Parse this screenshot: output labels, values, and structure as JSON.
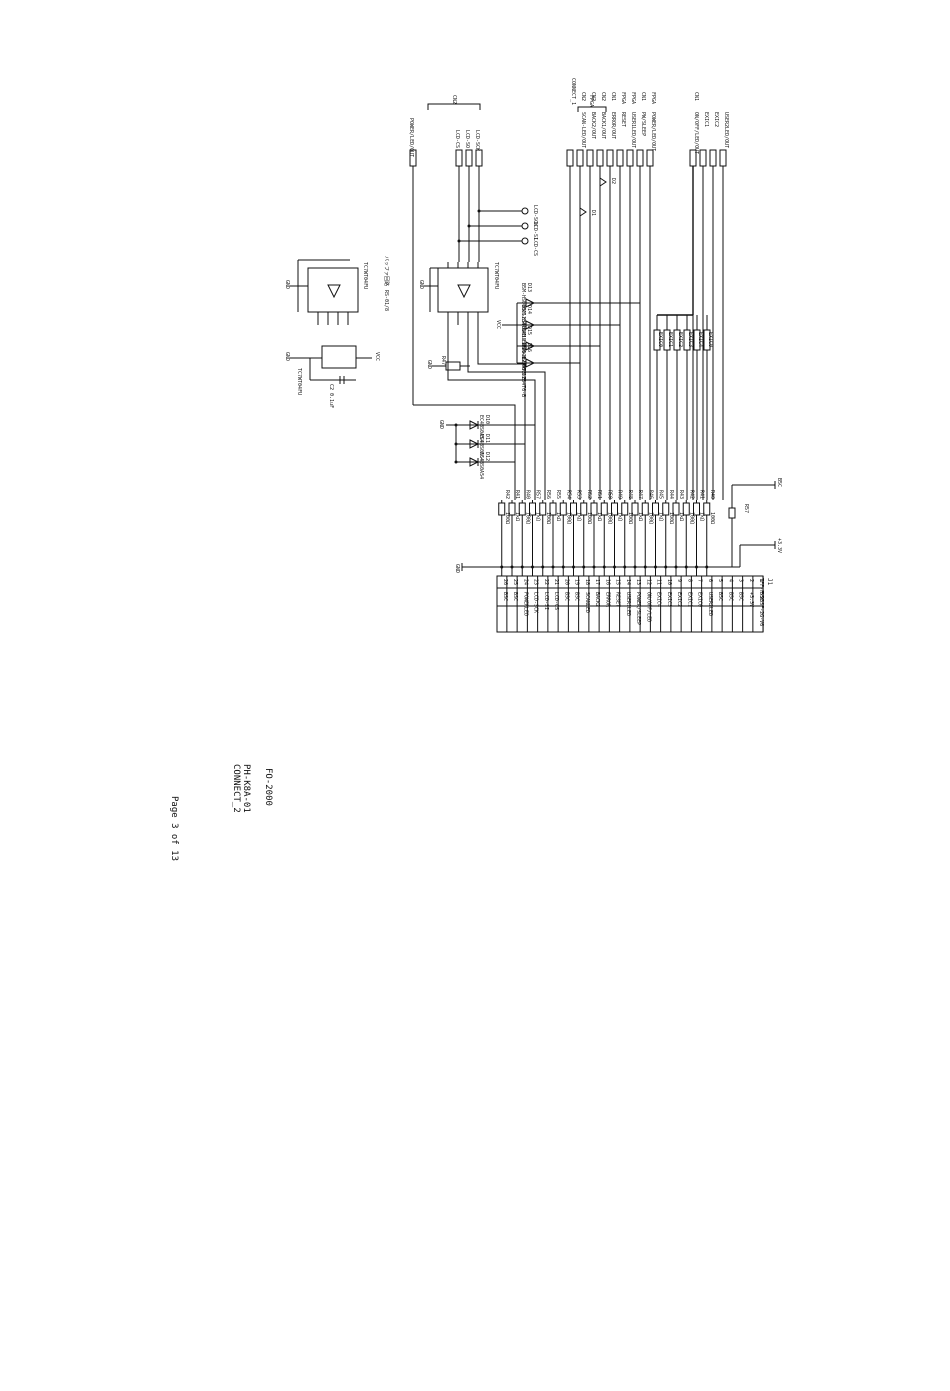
{
  "title_block": {
    "product": "FO-2000",
    "board": "PH-K8A-01",
    "sheet_name": "CONNECT_2",
    "page": "Page 3 of 13"
  },
  "connector": {
    "ref": "J1",
    "part": "TFF-F-26SF-2G-V6",
    "pins": [
      "1",
      "2",
      "3",
      "4",
      "5",
      "6",
      "7",
      "8",
      "9",
      "10",
      "11",
      "12",
      "13",
      "14",
      "15",
      "16",
      "17",
      "18",
      "19",
      "20",
      "21",
      "22",
      "23",
      "24",
      "25",
      "26"
    ],
    "signals": [
      "B5C",
      "+3.3V",
      "B5C",
      "B5C",
      "B5C",
      "USER2LED",
      "EXIC0",
      "EXIC1",
      "EXIC2",
      "EXIC3",
      "EXIC4",
      "ON/OFF/LED",
      "POWER/SLEEP",
      "USER1LED",
      "RESET",
      "ERROR",
      "BACK2",
      "SCANLED",
      "BSC",
      "BSC",
      "LCD-CS",
      "LCD-SI",
      "LCD-SCK",
      "POWERLED",
      "BSC",
      "BSC"
    ]
  },
  "signal_labels_top": [
    "CONNECT_1",
    "SCAN-LED/OUT",
    "BACK2/OUT",
    "BACK1/OUT",
    "ERROR/OUT",
    "RESET",
    "USER1LED/OUT",
    "PW/SLEEP",
    "POWER/LED/OUT",
    "ON/OFF/LED/OUT",
    "EXIC1",
    "EXIC2",
    "USER2LED/OUT"
  ],
  "off_page_refs": [
    "CN2",
    "CN2",
    "CN2",
    "CN1",
    "FPGA",
    "FPGA",
    "CN1",
    "FPGA",
    "CN1"
  ],
  "lcd_labels": [
    "LCD-SCK",
    "LCD-SO",
    "LCD-CS",
    "POWER/LED/OUT",
    "LCD-SCK",
    "LCD-SI",
    "LCD-CS"
  ],
  "resistor_labels": [
    "R40",
    "R41",
    "R42",
    "R43",
    "R44",
    "R45",
    "R46",
    "R47",
    "R48",
    "R49",
    "R50",
    "R51",
    "R52",
    "R53",
    "R54",
    "R55",
    "R56",
    "R57"
  ],
  "resistor_values": [
    "100Ω",
    "1kΩ",
    "220Ω",
    "10kΩ",
    "4.7kΩ"
  ],
  "diode_labels": [
    "D10",
    "D11",
    "D12",
    "D13",
    "D14",
    "D15",
    "D16",
    "D17",
    "D18",
    "D19",
    "D20"
  ],
  "diode_parts": [
    "EC4BS0A54",
    "B5M-HS000C1234T6-B"
  ],
  "ic_part": "TC7WT04FU",
  "cap_label": "C2 0.1uF",
  "supply_labels": [
    "B5C",
    "+3.3V",
    "VCC",
    "GND"
  ],
  "misc_labels": [
    "D1",
    "D2"
  ],
  "note_jp": "バッファ回路",
  "note_jp_sub": "RS-01/8"
}
